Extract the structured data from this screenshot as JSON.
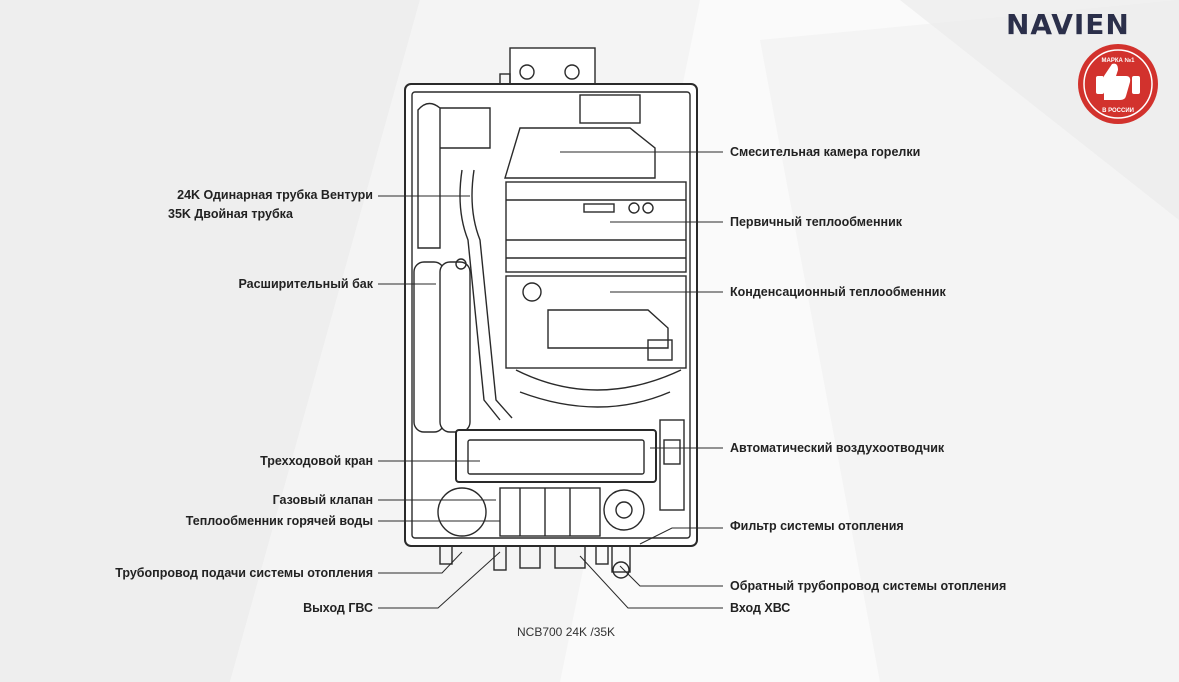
{
  "brand": "NAVIEN",
  "badge_text": "МАРКА №1 МАРКА №1 В РОССИИ",
  "model": "NCB700 24K /35K",
  "labels_left": [
    "24K Одинарная трубка Вентури",
    "35K Двойная трубка",
    "Расширительный бак",
    "Трехходовой кран",
    "Газовый клапан",
    "Теплообменник горячей воды",
    "Трубопровод подачи системы отопления",
    "Выход ГВС"
  ],
  "labels_right": [
    "Смесительная камера горелки",
    "Первичный теплообменник",
    "Конденсационный теплообменник",
    "Автоматический  воздухоотводчик",
    "Фильтр системы отопления",
    "Обратный трубопровод системы отопления",
    "Вход ХВС"
  ],
  "colors": {
    "line": "#2a2a2a",
    "badge": "#d2322d",
    "brand": "#2b2f4a"
  },
  "icons": [
    "thumbs-up-icon"
  ]
}
